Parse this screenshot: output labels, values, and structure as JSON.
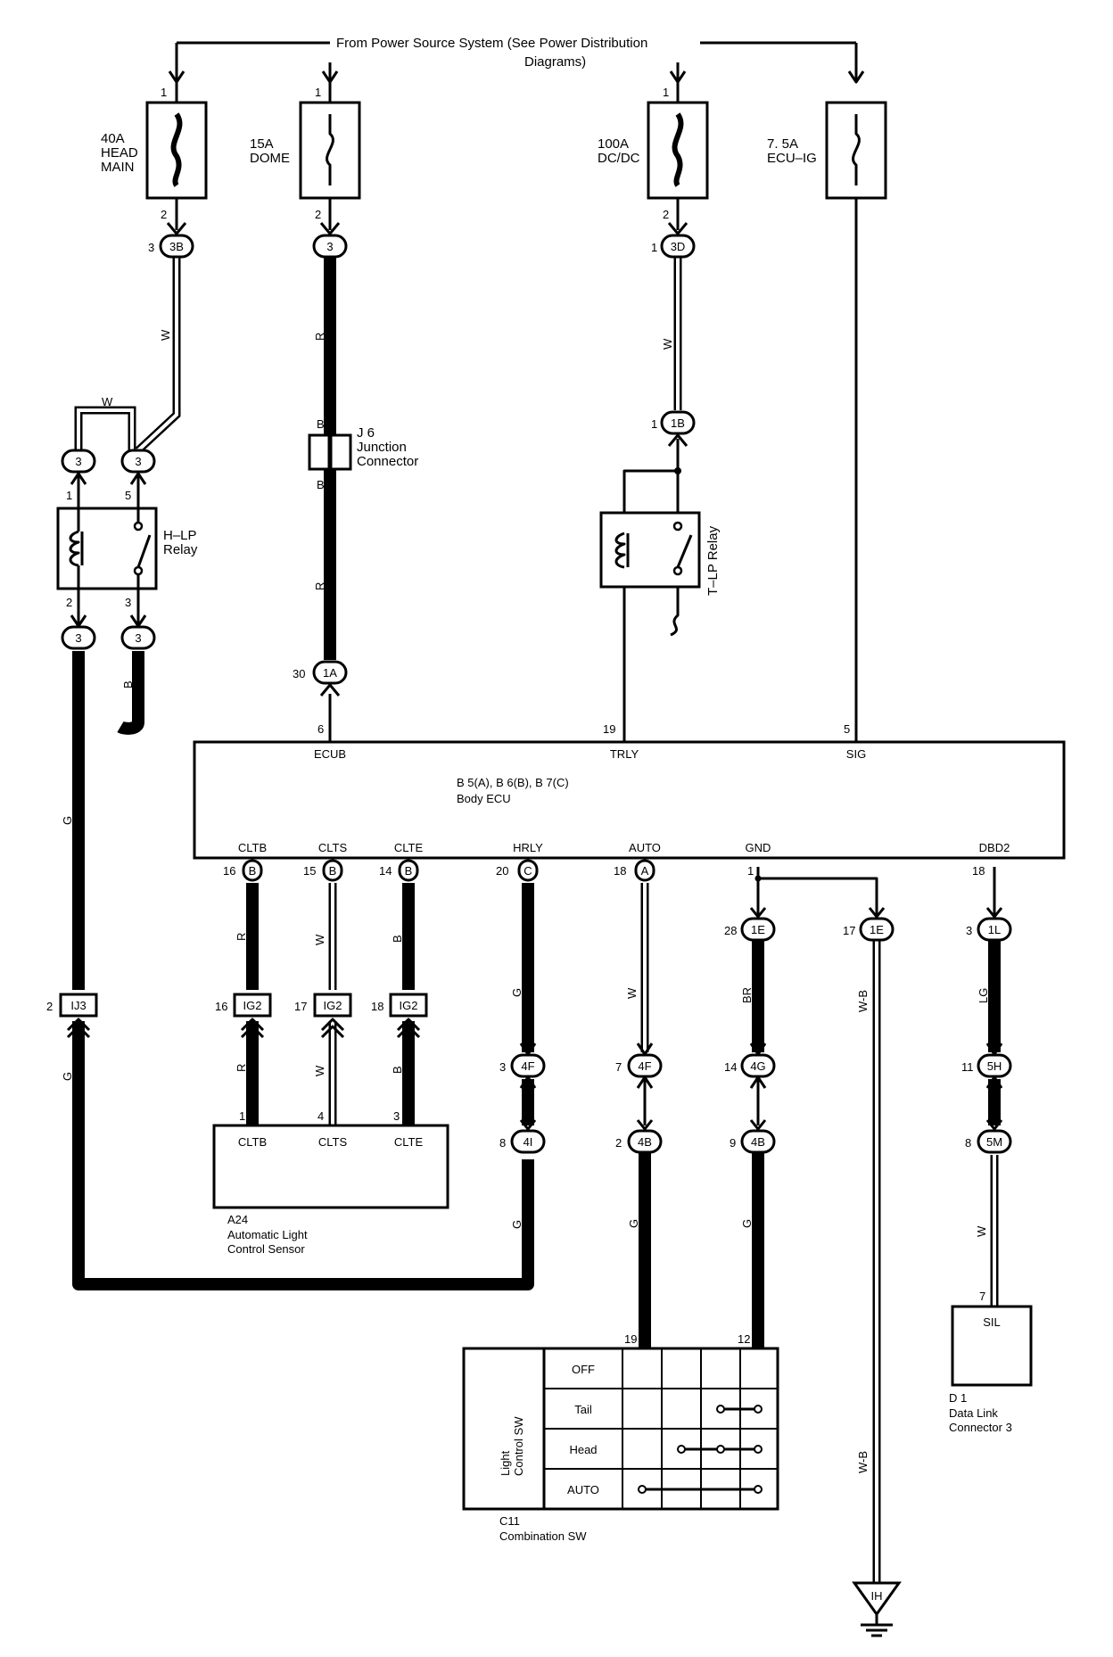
{
  "source_note": [
    "From Power Source System (See Power Distribution",
    "Diagrams)"
  ],
  "fuses": [
    {
      "id": "head_main",
      "label": [
        "40A",
        "HEAD",
        "MAIN"
      ],
      "pin_in": "1",
      "pin_out": "2"
    },
    {
      "id": "dome",
      "label": [
        "15A",
        "DOME"
      ],
      "pin_in": "1",
      "pin_out": "2"
    },
    {
      "id": "dcdc",
      "label": [
        "100A",
        "DC/DC"
      ],
      "pin_in": "1",
      "pin_out": "2"
    },
    {
      "id": "ecu_ig",
      "label": [
        "7. 5A",
        "ECU–IG"
      ]
    }
  ],
  "connectors": {
    "c3b": {
      "code": "3B",
      "pin": "3"
    },
    "c3_dome": {
      "code": "3",
      "pin": "2"
    },
    "c3d": {
      "code": "3D",
      "pin": "1"
    },
    "c1b": {
      "code": "1B",
      "pin": "1"
    },
    "c1a": {
      "code": "1A",
      "pin": "30"
    },
    "h3a": {
      "code": "3",
      "pin": "1"
    },
    "h3b": {
      "code": "3",
      "pin": "5"
    },
    "h3c": {
      "code": "3",
      "pin": "2"
    },
    "h3d": {
      "code": "3",
      "pin": "3"
    },
    "ij3": {
      "code": "IJ3",
      "pin": "2"
    },
    "ig2a": {
      "code": "IG2",
      "pin": "16"
    },
    "ig2b": {
      "code": "IG2",
      "pin": "17"
    },
    "ig2c": {
      "code": "IG2",
      "pin": "18"
    },
    "c4f_a": {
      "code": "4F",
      "pin": "3"
    },
    "c4f_b": {
      "code": "4F",
      "pin": "7"
    },
    "c4g": {
      "code": "4G",
      "pin": "14"
    },
    "c5h": {
      "code": "5H",
      "pin": "11"
    },
    "c4i": {
      "code": "4I",
      "pin": "8"
    },
    "c4b_a": {
      "code": "4B",
      "pin": "2"
    },
    "c4b_b": {
      "code": "4B",
      "pin": "9"
    },
    "c5m": {
      "code": "5M",
      "pin": "8"
    },
    "c1e_a": {
      "code": "1E",
      "pin": "28"
    },
    "c1e_b": {
      "code": "1E",
      "pin": "17"
    },
    "c1l": {
      "code": "1L",
      "pin": "3"
    }
  },
  "wire_colors": {
    "w1": "W",
    "w2": "W",
    "w3": "B",
    "w4": "W",
    "w5": "R",
    "w6": "B",
    "w7": "B",
    "w8": "R",
    "w9": "G",
    "w10": "G",
    "w11": "R",
    "w12": "R",
    "w13": "W",
    "w14": "W",
    "w15": "B",
    "w16": "B",
    "w17": "G",
    "w18": "G",
    "w19": "W",
    "w20": "G",
    "w21": "BR",
    "w22": "G",
    "w23": "W-B",
    "w24": "W-B",
    "w25": "LG",
    "w26": "W"
  },
  "junction": {
    "id": "J 6",
    "name": [
      "Junction",
      "Connector"
    ]
  },
  "h_lp_relay": {
    "name": [
      "H–LP",
      "Relay"
    ],
    "pins": [
      "1",
      "5",
      "2",
      "3"
    ]
  },
  "t_lp_relay": {
    "name": "T–LP Relay"
  },
  "body_ecu": {
    "parts": "B 5(A), B 6(B), B 7(C)",
    "name": "Body ECU",
    "top_terminals": [
      {
        "pin": "6",
        "name": "ECUB"
      },
      {
        "pin": "19",
        "name": "TRLY"
      },
      {
        "pin": "5",
        "name": "SIG"
      }
    ],
    "bottom_terminals": [
      {
        "name": "CLTB",
        "pin": "16",
        "code": "B"
      },
      {
        "name": "CLTS",
        "pin": "15",
        "code": "B"
      },
      {
        "name": "CLTE",
        "pin": "14",
        "code": "B"
      },
      {
        "name": "HRLY",
        "pin": "20",
        "code": "C"
      },
      {
        "name": "AUTO",
        "pin": "18",
        "code": "A"
      },
      {
        "name": "GND",
        "pin": "1"
      },
      {
        "name": "DBD2",
        "pin": "18"
      }
    ]
  },
  "sensor": {
    "id": "A24",
    "name": [
      "Automatic Light",
      "Control Sensor"
    ],
    "terminals": [
      {
        "pin": "1",
        "name": "CLTB"
      },
      {
        "pin": "4",
        "name": "CLTS"
      },
      {
        "pin": "3",
        "name": "CLTE"
      }
    ]
  },
  "light_switch": {
    "side_label": [
      "Light",
      "Control SW"
    ],
    "positions": [
      "OFF",
      "Tail",
      "Head",
      "AUTO"
    ],
    "pins": [
      "19",
      "12"
    ],
    "id": "C11",
    "name": "Combination SW"
  },
  "dlc": {
    "pin": "7",
    "terminal": "SIL",
    "id": "D 1",
    "name": [
      "Data Link",
      "Connector 3"
    ]
  },
  "ground": {
    "code": "IH"
  }
}
